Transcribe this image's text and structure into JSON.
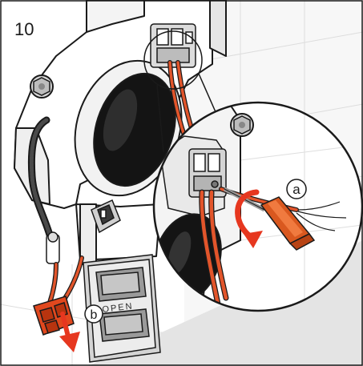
{
  "step": {
    "number": "10"
  },
  "callouts": {
    "a": "a",
    "b": "b"
  },
  "tray": {
    "label": "OPEN"
  },
  "colors": {
    "wire_orange": "#e2552b",
    "connector_orange": "#e1481e",
    "arrow_red": "#e6371f",
    "screwdriver_orange": "#d9581f",
    "metal_grey": "#c9c9c9",
    "outline": "#1a1a1a",
    "wall_tile": "#f3f3f3",
    "floor_grey": "#e4e4e4"
  },
  "icons": [
    "direction-arrow-icon",
    "rotation-arrow-icon"
  ]
}
